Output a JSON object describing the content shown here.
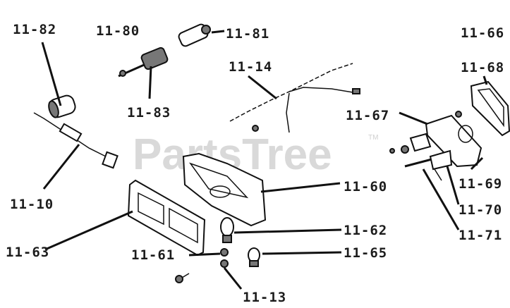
{
  "watermark": {
    "text": "PartsTree",
    "trademark": "TM"
  },
  "callouts": {
    "c11_82": "11-82",
    "c11_80": "11-80",
    "c11_81": "11-81",
    "c11_83": "11-83",
    "c11_14": "11-14",
    "c11_66": "11-66",
    "c11_68": "11-68",
    "c11_67": "11-67",
    "c11_69": "11-69",
    "c11_70": "11-70",
    "c11_71": "11-71",
    "c11_60": "11-60",
    "c11_62": "11-62",
    "c11_65": "11-65",
    "c11_61": "11-61",
    "c11_13": "11-13",
    "c11_10": "11-10",
    "c11_63": "11-63"
  }
}
